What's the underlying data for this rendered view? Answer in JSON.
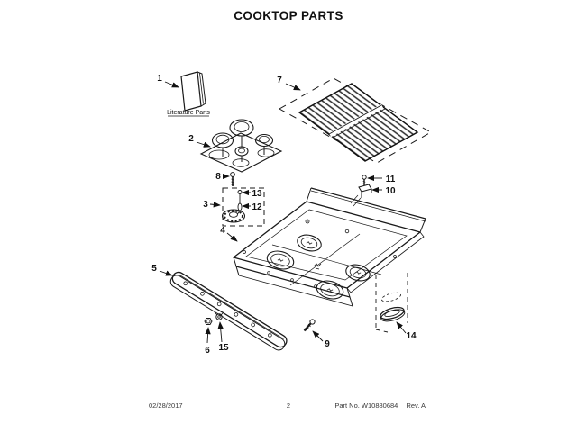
{
  "page": {
    "title": "COOKTOP PARTS"
  },
  "diagram": {
    "literature_label": "Literature Parts",
    "callouts": [
      {
        "label": "1"
      },
      {
        "label": "2"
      },
      {
        "label": "3"
      },
      {
        "label": "4"
      },
      {
        "label": "5"
      },
      {
        "label": "6"
      },
      {
        "label": "7"
      },
      {
        "label": "8"
      },
      {
        "label": "9"
      },
      {
        "label": "10"
      },
      {
        "label": "11"
      },
      {
        "label": "12"
      },
      {
        "label": "13"
      },
      {
        "label": "14"
      },
      {
        "label": "15"
      }
    ]
  },
  "footer": {
    "date": "02/28/2017",
    "page_number": "2",
    "part_number": "Part No. W10880684",
    "revision": "Rev. A"
  },
  "colors": {
    "line": "#1a1a1a",
    "text": "#111111",
    "footer_text": "#3a3a3a",
    "background": "#ffffff"
  }
}
